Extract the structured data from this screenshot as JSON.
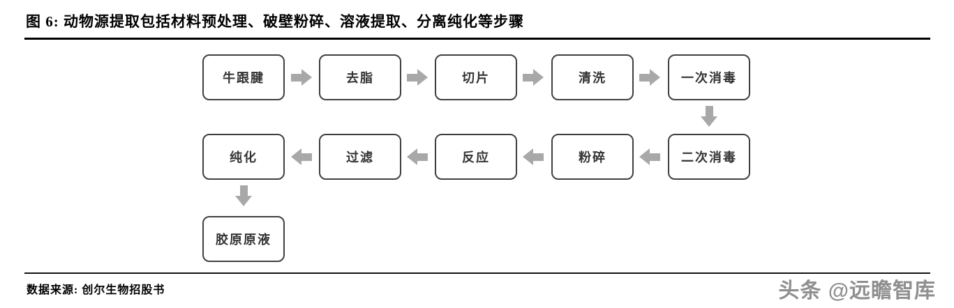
{
  "figure": {
    "title": "图 6:  动物源提取包括材料预处理、破壁粉碎、溶液提取、分离纯化等步骤",
    "source": "数据来源: 创尔生物招股书"
  },
  "watermark": {
    "text": "头条 @远瞻智库"
  },
  "flowchart": {
    "row1": [
      "牛跟腱",
      "去脂",
      "切片",
      "清洗",
      "一次消毒"
    ],
    "row2": [
      "纯化",
      "过滤",
      "反应",
      "粉碎",
      "二次消毒"
    ],
    "row3": [
      "胶原原液"
    ]
  },
  "colors": {
    "arrow": "#a8a8a8",
    "box_border": "#3f3f3f",
    "rule": "#000000",
    "watermark": "#8f8f8f"
  }
}
